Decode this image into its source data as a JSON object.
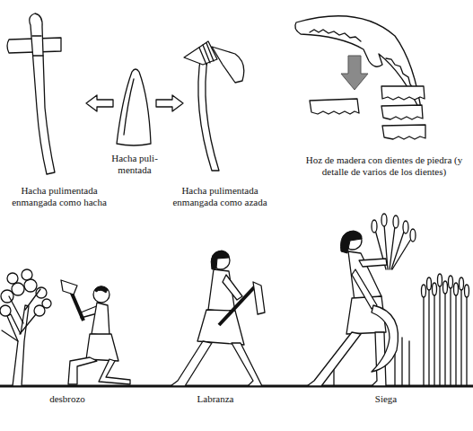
{
  "diagram": {
    "labels": [
      "Hacha pulimentada enmangada como hacha",
      "Hacha puli- mentada",
      "Hacha pulimentada enmangada como azada",
      "Hoz de madera con dientes de piedra (y detalle de varios de los dientes)",
      "desbrozo",
      "Labranza",
      "Siega"
    ]
  }
}
